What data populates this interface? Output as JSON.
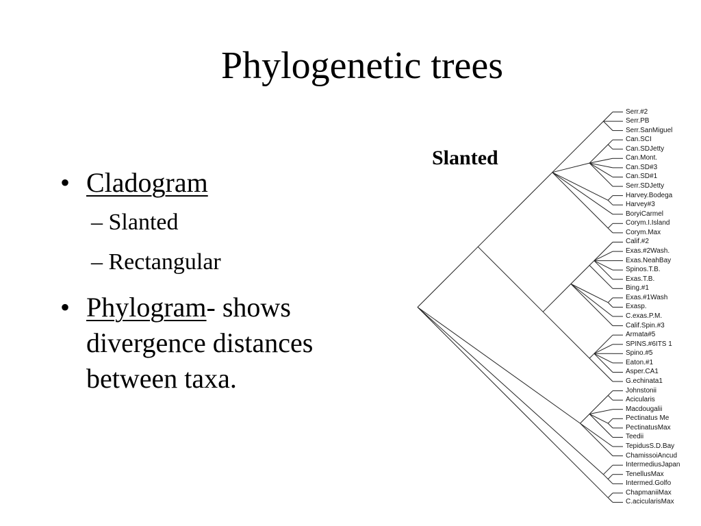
{
  "slide": {
    "title": "Phylogenetic trees",
    "bullets": [
      {
        "label": "Cladogram",
        "sub": [
          "– Slanted",
          "– Rectangular"
        ]
      },
      {
        "label": "Phylogram",
        "rest": "- shows divergence distances between taxa."
      }
    ],
    "bullet_glyph": "•"
  },
  "figure": {
    "label": "Slanted",
    "taxa": [
      "Serr.#2",
      "Serr.PB",
      "Serr.SanMiguel",
      "Can.SCI",
      "Can.SDJetty",
      "Can.Mont.",
      "Can.SD#3",
      "Can.SD#1",
      "Serr.SDJetty",
      "Harvey.Bodega",
      "Harvey#3",
      "BoryiCarmel",
      "Corym.I.Island",
      "Corym.Max",
      "Calif.#2",
      "Exas.#2Wash.",
      "Exas.NeahBay",
      "Spinos.T.B.",
      "Exas.T.B.",
      "Bing.#1",
      "Exas.#1Wash",
      "Exasp.",
      "C.exas.P.M.",
      "Calif.Spin.#3",
      "Armata#5",
      "SPINS.#6ITS 1",
      "Spino.#5",
      "Eaton.#1",
      "Asper.CA1",
      "G.echinata1",
      "Johnstonii",
      "Acicularis",
      "Macdougalii",
      "Pectinatus Me",
      "PectinatusMax",
      "Teedii",
      "TepidusS.D.Bay",
      "ChamissoiAncud",
      "IntermediusJapan",
      "TenellusMax",
      "Intermed.Golfo",
      "ChapmaniiMax",
      "C.acicularisMax"
    ]
  }
}
